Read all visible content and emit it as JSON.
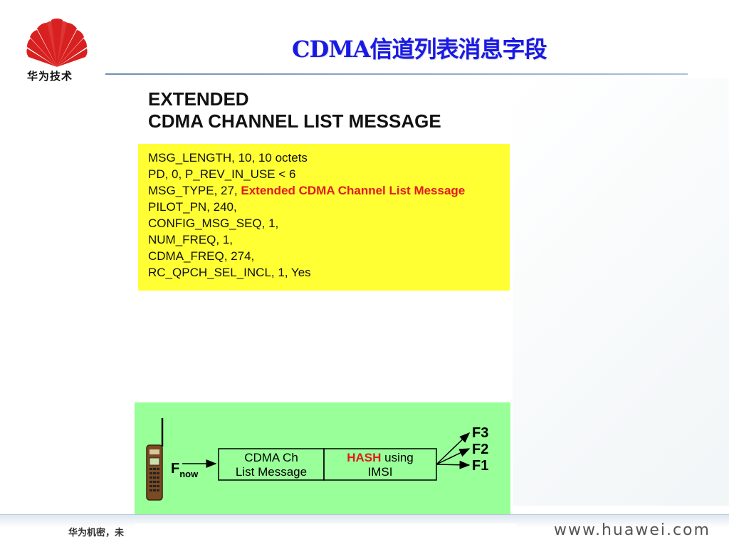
{
  "header": {
    "logo_text": "华为技术",
    "title": "CDMA信道列表消息字段"
  },
  "heading": {
    "line1": "EXTENDED",
    "line2": "CDMA CHANNEL LIST MESSAGE"
  },
  "message_fields": [
    {
      "text": "MSG_LENGTH, 10, 10 octets",
      "highlight": ""
    },
    {
      "text": "PD, 0, P_REV_IN_USE < 6",
      "highlight": ""
    },
    {
      "text": "MSG_TYPE, 27, ",
      "highlight": "Extended CDMA Channel List Message"
    },
    {
      "text": "PILOT_PN, 240,",
      "highlight": ""
    },
    {
      "text": "CONFIG_MSG_SEQ, 1,",
      "highlight": ""
    },
    {
      "text": "NUM_FREQ, 1,",
      "highlight": ""
    },
    {
      "text": "CDMA_FREQ, 274,",
      "highlight": ""
    },
    {
      "text": "RC_QPCH_SEL_INCL, 1, Yes",
      "highlight": ""
    }
  ],
  "diagram": {
    "input_label": "F",
    "input_sub": "now",
    "box1_line1": "CDMA Ch",
    "box1_line2": "List Message",
    "box2_hash": "HASH",
    "box2_using": " using",
    "box2_line2": "IMSI",
    "outputs": [
      "F3",
      "F2",
      "F1"
    ]
  },
  "footer": {
    "left_text": "华为机密，未",
    "url": "www.huawei.com"
  },
  "colors": {
    "title_blue": "#1a1ae6",
    "highlight_red": "#e01b1b",
    "message_bg": "#ffff33",
    "diagram_bg": "#99ff99"
  }
}
